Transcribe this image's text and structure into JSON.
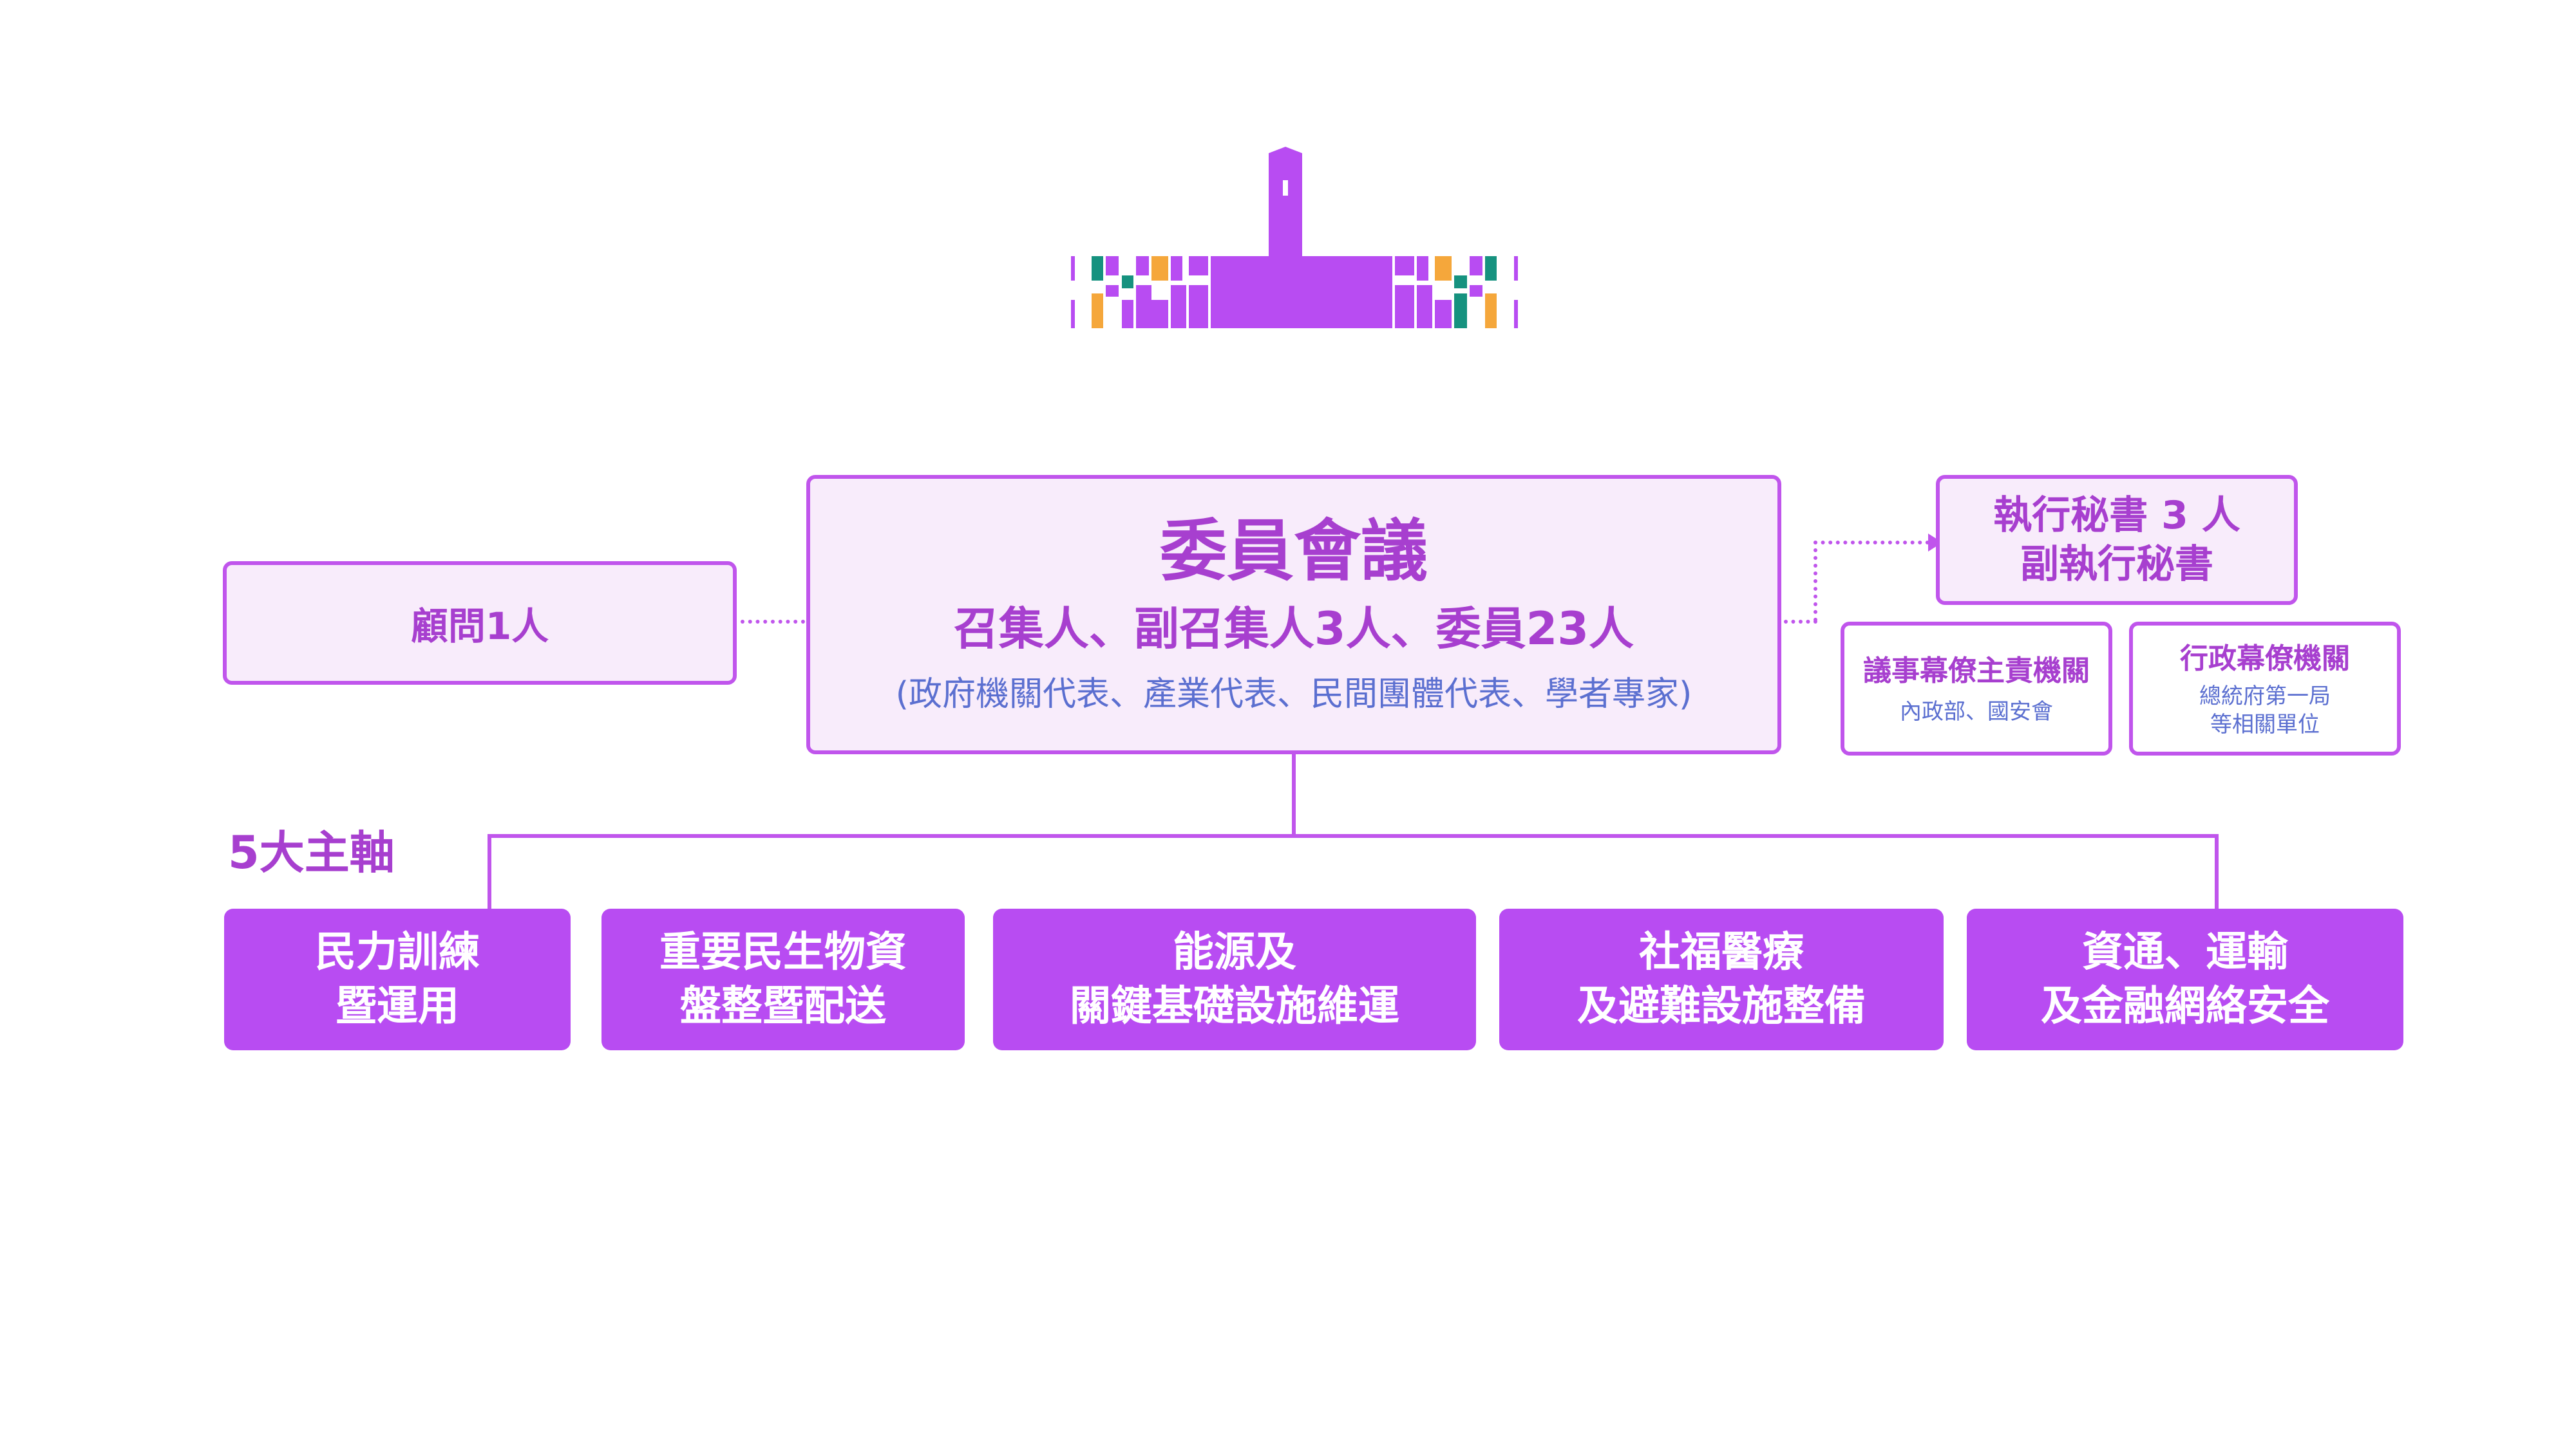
{
  "committee": {
    "title": "委員會議",
    "members": "召集人、副召集人3人、委員23人",
    "composition": "(政府機關代表、產業代表、民間團體代表、學者專家)"
  },
  "advisor": {
    "label": "顧問1人"
  },
  "executive_secretary": {
    "line1": "執行秘書 3 人",
    "line2": "副執行秘書"
  },
  "staff_units": [
    {
      "title": "議事幕僚主責機關",
      "line1": "內政部、國安會",
      "line2": ""
    },
    {
      "title": "行政幕僚機關",
      "line1": "總統府第一局",
      "line2": "等相關單位"
    }
  ],
  "axes_heading": "5大主軸",
  "axes": [
    {
      "line1": "民力訓練",
      "line2": "暨運用"
    },
    {
      "line1": "重要民生物資",
      "line2": "盤整暨配送"
    },
    {
      "line1": "能源及",
      "line2": "關鍵基礎設施維運"
    },
    {
      "line1": "社福醫療",
      "line2": "及避難設施整備"
    },
    {
      "line1": "資通、運輸",
      "line2": "及金融網絡安全"
    }
  ],
  "colors": {
    "accent": "#b84cf2",
    "border": "#c055ec",
    "light_fill": "#f8ecfb",
    "text_purple": "#a73fcf",
    "text_blue": "#5b6fd0",
    "logo_orange": "#f5a73b",
    "logo_teal": "#16927f"
  },
  "icons": {
    "logo": "presidential-office-building-icon"
  }
}
